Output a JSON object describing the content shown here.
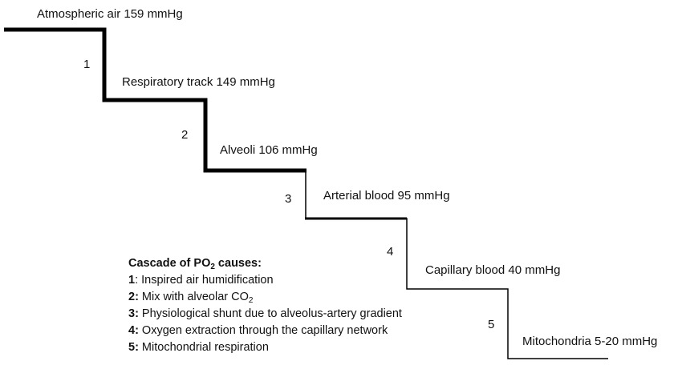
{
  "stages": [
    {
      "label": "Atmospheric air 159 mmHg"
    },
    {
      "label": "Respiratory track 149 mmHg"
    },
    {
      "label": "Alveoli 106 mmHg"
    },
    {
      "label": "Arterial blood 95 mmHg"
    },
    {
      "label": "Capillary blood 40 mmHg"
    },
    {
      "label": "Mitochondria 5-20 mmHg"
    }
  ],
  "step_numbers": [
    "1",
    "2",
    "3",
    "4",
    "5"
  ],
  "legend": {
    "title_prefix": "Cascade of PO",
    "title_sub": "2",
    "title_suffix": " causes:",
    "items": [
      {
        "num": "1",
        "text": ": Inspired air humidification"
      },
      {
        "num": "2:",
        "text": " Mix with alveolar CO",
        "sub": "2"
      },
      {
        "num": "3:",
        "text": " Physiological shunt due to alveolus-artery gradient"
      },
      {
        "num": "4:",
        "text": " Oxygen extraction through the capillary network"
      },
      {
        "num": "5:",
        "text": " Mitochondrial respiration"
      }
    ]
  }
}
